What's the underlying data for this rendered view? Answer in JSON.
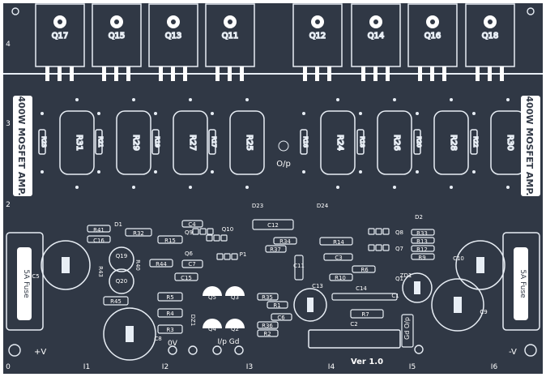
{
  "pcb": {
    "title_left": "400W MOSFET AMP.",
    "title_right": "400W MOSFET AMP.",
    "version": "Ver 1.0",
    "transistors_left": [
      "Q17",
      "Q15",
      "Q13",
      "Q11"
    ],
    "transistors_right": [
      "Q12",
      "Q14",
      "Q16",
      "Q18"
    ],
    "power_resistors": [
      "R31",
      "R29",
      "R27",
      "R25",
      "R24",
      "R26",
      "R28",
      "R30"
    ],
    "small_resistors": [
      "R23",
      "R21",
      "R19",
      "R17",
      "R16",
      "R18",
      "R20",
      "R22"
    ],
    "output_label": "O/p",
    "diodes": {
      "d1": "D1",
      "d2": "D2",
      "d23": "D23",
      "d24": "D24",
      "dz1": "DZ1",
      "dz2": "ZD1"
    },
    "left_labels": {
      "r41": "R41",
      "c16": "C16",
      "r32": "R32",
      "r15": "R15",
      "q19": "Q19",
      "q20": "Q20",
      "r44": "R44",
      "c15": "C15",
      "r45": "R45",
      "r5": "R5",
      "r4": "R4",
      "r3": "R3",
      "c5": "C5",
      "c8": "C8",
      "c4": "C4",
      "q9": "Q9",
      "q6": "Q6",
      "c7": "C7",
      "q10": "Q10",
      "q5": "Q5",
      "q3": "Q3",
      "q4": "Q4",
      "q2": "Q2",
      "p1": "P1",
      "r40": "R40",
      "r43": "R43"
    },
    "center_labels": {
      "c12": "C12",
      "r34": "R34",
      "r37": "R37",
      "r35": "R35",
      "r1": "R1",
      "c6": "C6",
      "r36": "R36",
      "r2": "R2",
      "c13": "C13",
      "c11": "C11",
      "c14": "C14",
      "c2": "C2",
      "r14": "R14",
      "c3": "C3",
      "r6": "R6",
      "r10": "R10",
      "r7": "R7",
      "q1": "Q1"
    },
    "right_labels": {
      "r33": "R33",
      "r13": "R13",
      "r12": "R12",
      "r9": "R9",
      "q8": "Q8",
      "q7": "Q7",
      "c10": "C10",
      "c9": "C9",
      "c1": "C1",
      "zd1": "ZD1"
    },
    "fuse_left": "5A Fuse",
    "fuse_right": "5A Fuse",
    "plus_v": "+V",
    "minus_v": "-V",
    "zero_v": "0V",
    "input_ground": "I/p Gd",
    "output_ground": "Gd O/p",
    "row_marks": [
      "4",
      "3",
      "2",
      "0"
    ],
    "col_marks": [
      "I1",
      "I2",
      "I3",
      "I4",
      "I5",
      "I6"
    ]
  }
}
